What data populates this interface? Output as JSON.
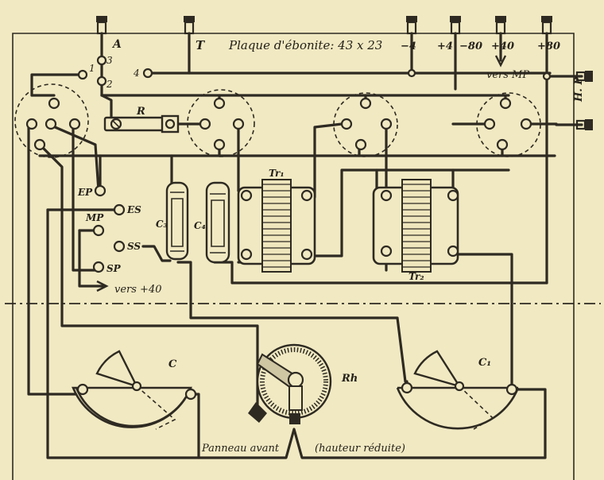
{
  "texts": {
    "plaque": "Plaque d'ébonite: 43 x 23",
    "panneau": "Panneau avant",
    "hauteur": "(hauteur réduite)",
    "vers_mp": "vers MP",
    "vers_40": "vers +40",
    "hp": "H. P",
    "t": "T"
  },
  "terminal_labels": {
    "a": "A",
    "a3": "3",
    "a1": "1",
    "a2": "2",
    "a4": "4",
    "m4": "−4",
    "p4": "+4",
    "m80": "−80",
    "p40": "+40",
    "p80": "+80"
  },
  "component_labels": {
    "r": "R",
    "tr1": "Tr₁",
    "tr2": "Tr₂",
    "c3": "C₃",
    "c4": "C₄",
    "c": "C",
    "c1": "C₁",
    "rh": "Rh",
    "ep": "EP",
    "es": "ES",
    "mp": "MP",
    "ss": "SS",
    "sp": "SP"
  }
}
